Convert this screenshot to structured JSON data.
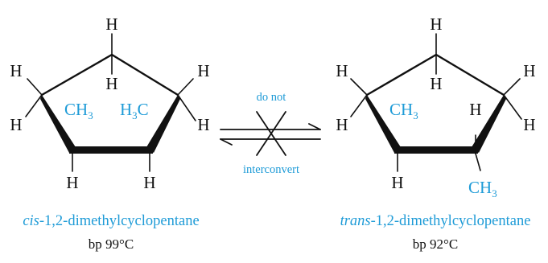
{
  "colors": {
    "accent": "#1e9bd7",
    "ink": "#111111"
  },
  "left": {
    "h_top": "H",
    "h_top_inner": "H",
    "h_left_1": "H",
    "h_left_2": "H",
    "h_right_1": "H",
    "h_right_2": "H",
    "h_bottom_left": "H",
    "h_bottom_right": "H",
    "ch3_main": "CH",
    "ch3_sub": "3",
    "h3c_h": "H",
    "h3c_sub": "3",
    "h3c_c": "C",
    "name_prefix": "cis",
    "name_rest": "-1,2-dimethylcyclopentane",
    "bp": "bp 99°C"
  },
  "right": {
    "h_top": "H",
    "h_top_inner": "H",
    "h_left_1": "H",
    "h_left_2": "H",
    "h_right_1": "H",
    "h_right_2": "H",
    "h_inner_right": "H",
    "h_bottom_left": "H",
    "ch3_inner_main": "CH",
    "ch3_inner_sub": "3",
    "ch3_bottom_main": "CH",
    "ch3_bottom_sub": "3",
    "name_prefix": "trans",
    "name_rest": "-1,2-dimethylcyclopentane",
    "bp": "bp 92°C"
  },
  "equilibrium": {
    "top_label": "do not",
    "bottom_label": "interconvert"
  }
}
